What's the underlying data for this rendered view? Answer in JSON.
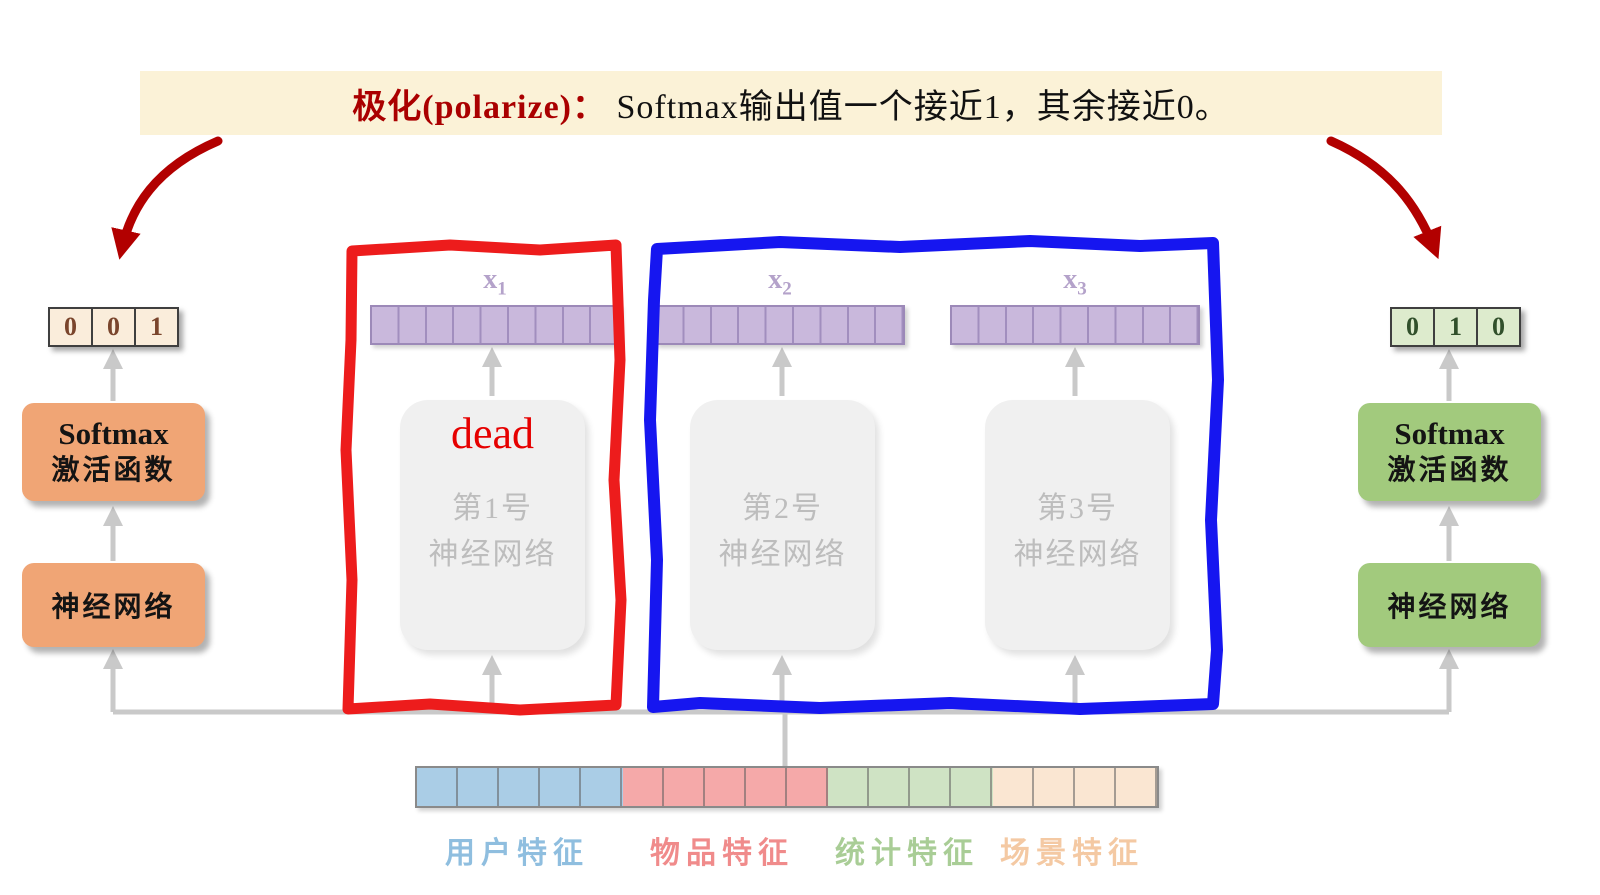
{
  "banner": {
    "highlight": "极化(polarize)：",
    "rest": " Softmax输出值一个接近1，其余接近0。"
  },
  "left_branch": {
    "output_cells": [
      "0",
      "0",
      "1"
    ],
    "softmax_label_en": "Softmax",
    "softmax_label_zh": "激活函数",
    "network_label": "神经网络"
  },
  "right_branch": {
    "output_cells": [
      "0",
      "1",
      "0"
    ],
    "softmax_label_en": "Softmax",
    "softmax_label_zh": "激活函数",
    "network_label": "神经网络"
  },
  "experts": [
    {
      "vector_name": "x",
      "vector_sub": "1",
      "title_line1": "第1号",
      "title_line2": "神经网络",
      "status": "dead"
    },
    {
      "vector_name": "x",
      "vector_sub": "2",
      "title_line1": "第2号",
      "title_line2": "神经网络"
    },
    {
      "vector_name": "x",
      "vector_sub": "3",
      "title_line1": "第3号",
      "title_line2": "神经网络"
    }
  ],
  "feature_vector": {
    "segments": [
      {
        "label": "用户特征",
        "cells": 5,
        "fill": "#AACDE6",
        "label_color": "#8FBEDF"
      },
      {
        "label": "物品特征",
        "cells": 5,
        "fill": "#F5A9A9",
        "label_color": "#F08B8B"
      },
      {
        "label": "统计特征",
        "cells": 4,
        "fill": "#CFE3C4",
        "label_color": "#A9CD96"
      },
      {
        "label": "场景特征",
        "cells": 4,
        "fill": "#FAE6D2",
        "label_color": "#F4C9A3"
      }
    ]
  },
  "colors": {
    "banner_bg": "#FBF2D7",
    "accent_red": "#B20000",
    "dead_red": "#E60000",
    "expert_box_bg": "#F0F0F0",
    "left_box_orange": "#F0A575",
    "right_box_green": "#A2CA7D",
    "vector_purple": "#C9B8DC",
    "frame_red": "#ED1C1C",
    "frame_blue": "#1616F0",
    "connector_gray": "#C9C9C9"
  }
}
